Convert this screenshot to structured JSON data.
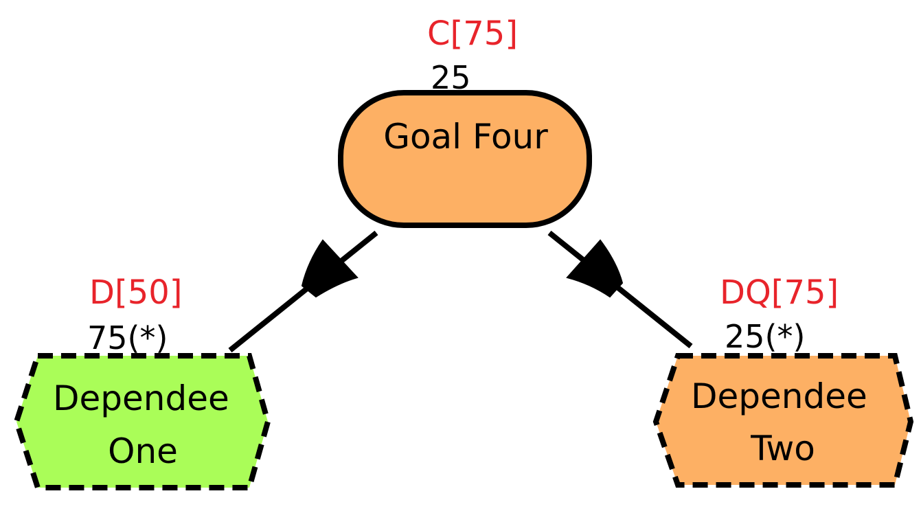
{
  "goal": {
    "label": "Goal Four",
    "annotation": "C[75]",
    "value": "25",
    "fill": "#fdb064"
  },
  "dependee_one": {
    "label_line1": "Dependee",
    "label_line2": "One",
    "annotation": "D[50]",
    "value": "75(*)",
    "fill": "#aafd58"
  },
  "dependee_two": {
    "label_line1": "Dependee",
    "label_line2": "Two",
    "annotation": "DQ[75]",
    "value": "25(*)",
    "fill": "#fdb064"
  },
  "colors": {
    "annotation": "#e8242b",
    "stroke": "#000000",
    "background": "#ffffff"
  }
}
